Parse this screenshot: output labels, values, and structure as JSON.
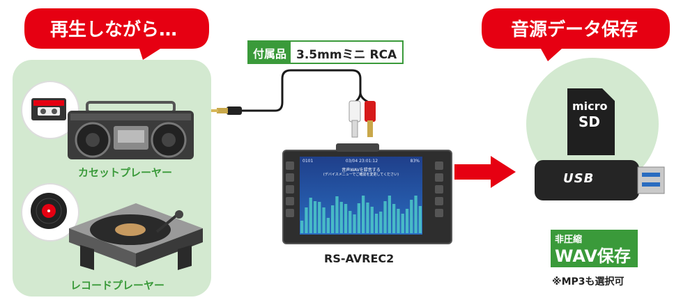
{
  "left_bubble": {
    "text": "再生しながら…"
  },
  "right_bubble": {
    "text": "音源データ保存"
  },
  "cable": {
    "badge": "付属品",
    "text": "3.5mmミニ RCA"
  },
  "sources": [
    {
      "label": "カセットプレーヤー"
    },
    {
      "label": "レコードプレーヤー"
    }
  ],
  "device": {
    "model": "RS-AVREC2",
    "screen_line1": "音声WAVを録音する",
    "screen_line2": "(デバイスメニューでご確認を変更してください)",
    "status_left": "0101",
    "status_date": "03/04 23:01:12",
    "status_batt": "83%"
  },
  "storage": {
    "sd_line1": "micro",
    "sd_line2": "SD",
    "usb_text": "USB"
  },
  "badge": {
    "top": "非圧縮",
    "main": "WAV保存"
  },
  "note": "※MP3も選択可",
  "colors": {
    "red": "#e60012",
    "green": "#3a9a3a",
    "light_green": "#d3e9d0",
    "device": "#2e2e2e",
    "screen": "#2a5cb0"
  }
}
